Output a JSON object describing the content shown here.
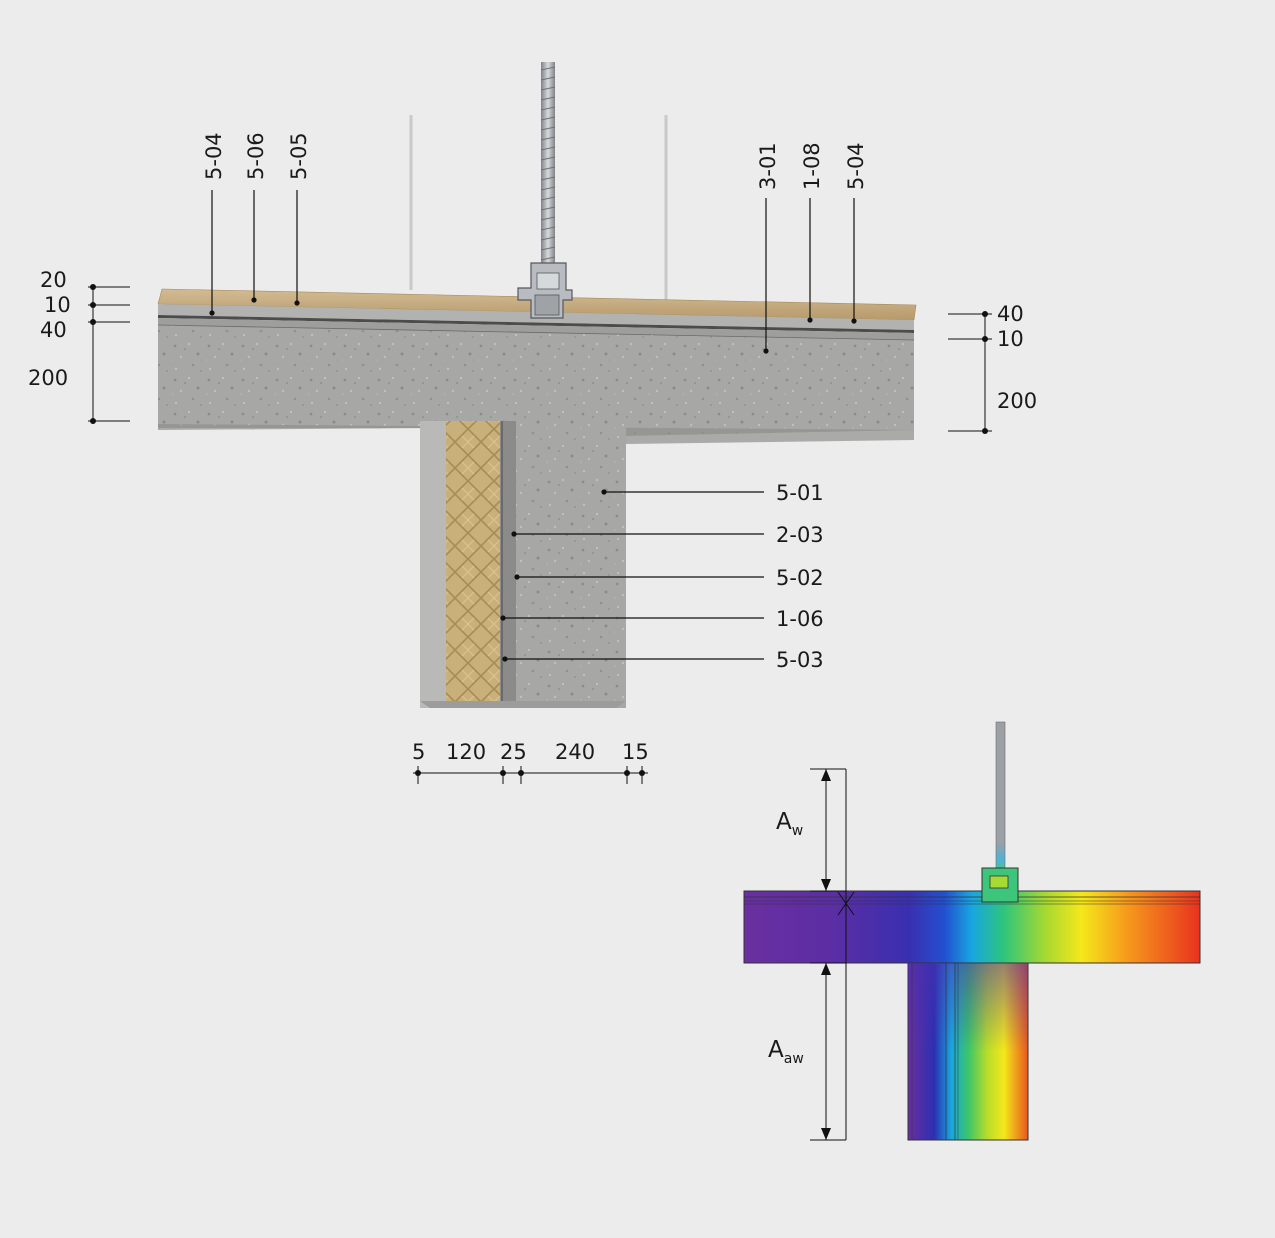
{
  "top_labels_left": [
    "5-04",
    "5-06",
    "5-05"
  ],
  "top_labels_right": [
    "3-01",
    "1-08",
    "5-04"
  ],
  "side_labels": [
    "5-01",
    "2-03",
    "5-02",
    "1-06",
    "5-03"
  ],
  "dims_left": [
    "20",
    "10",
    "40",
    "200"
  ],
  "dims_right": [
    "40",
    "10",
    "200"
  ],
  "dims_bottom": [
    "5",
    "120",
    "25",
    "240",
    "15"
  ],
  "thermal": {
    "aw_main": "A",
    "aw_sub": "w",
    "aaw_main": "A",
    "aaw_sub": "aw"
  },
  "colors": {
    "background": "#ececec",
    "concrete": "#a7a7a5",
    "oak_floor": "#c7ae86",
    "insulation": "#c9b07a",
    "steel": "#b8bcc0",
    "thermal_cold": "#6a2fa0",
    "thermal_warm": "#e8321f"
  }
}
